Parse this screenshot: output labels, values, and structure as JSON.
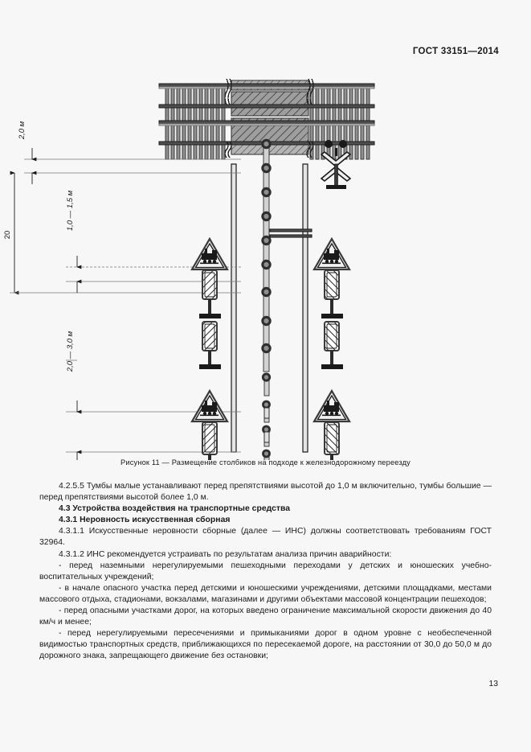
{
  "document": {
    "standard_header": "ГОСТ 33151—2014",
    "page_number": "13"
  },
  "figure": {
    "caption": "Рисунок 11 — Размещение столбиков на подходе к железнодорожному переезду",
    "dimensions": {
      "track_offset": "2,0 м",
      "total_length": "20",
      "bollard_spacing_near": "1,0 — 1,5 м",
      "bollard_spacing_far": "2,0 — 3,0 м"
    },
    "elements": {
      "railway_track": "railway-track",
      "level_crossing_sign": "st-andrews-cross-sign",
      "warning_sign": "railway-crossing-warning-sign",
      "striped_marker_sign": "approach-marker-sign",
      "bollard": "bollard-post"
    },
    "colors": {
      "line": "#1a1a1a",
      "fill_gray": "#9a9a9a",
      "fill_dark": "#4a4a4a",
      "dim_line": "#555555",
      "page_bg": "#f7f7f7"
    }
  },
  "body": {
    "p_4255": "4.2.5.5  Тумбы малые устанавливают перед препятствиями высотой до 1,0  м включительно, тумбы большие — перед препятствиями высотой более 1,0  м.",
    "h_43": "4.3  Устройства воздействия на транспортные средства",
    "h_431": "4.3.1  Неровность искусственная сборная",
    "p_4311": "4.3.1.1  Искусственные неровности сборные (далее — ИНС) должны соответствовать требованиям ГОСТ  32964.",
    "p_4312": "4.3.1.2  ИНС рекомендуется устраивать по результатам анализа причин аварийности:",
    "bullet_1": "- перед наземными нерегулируемыми пешеходными переходами у детских и юношеских учебно-воспитательных учреждений;",
    "bullet_2": "- в начале опасного участка перед детскими и юношескими учреждениями, детскими площадками, местами массового отдыха, стадионами, вокзалами, магазинами и другими объектами массовой концентрации пешеходов;",
    "bullet_3": "- перед опасными участками дорог, на которых введено ограничение максимальной скорости движения до 40  км/ч и менее;",
    "bullet_4": "- перед нерегулируемыми пересечениями и примыканиями дорог в одном уровне с необеспеченной видимостью транспортных средств, приближающихся по пересекаемой дороге, на расстоянии от 30,0 до 50,0  м до дорожного знака, запрещающего движение без остановки;"
  }
}
